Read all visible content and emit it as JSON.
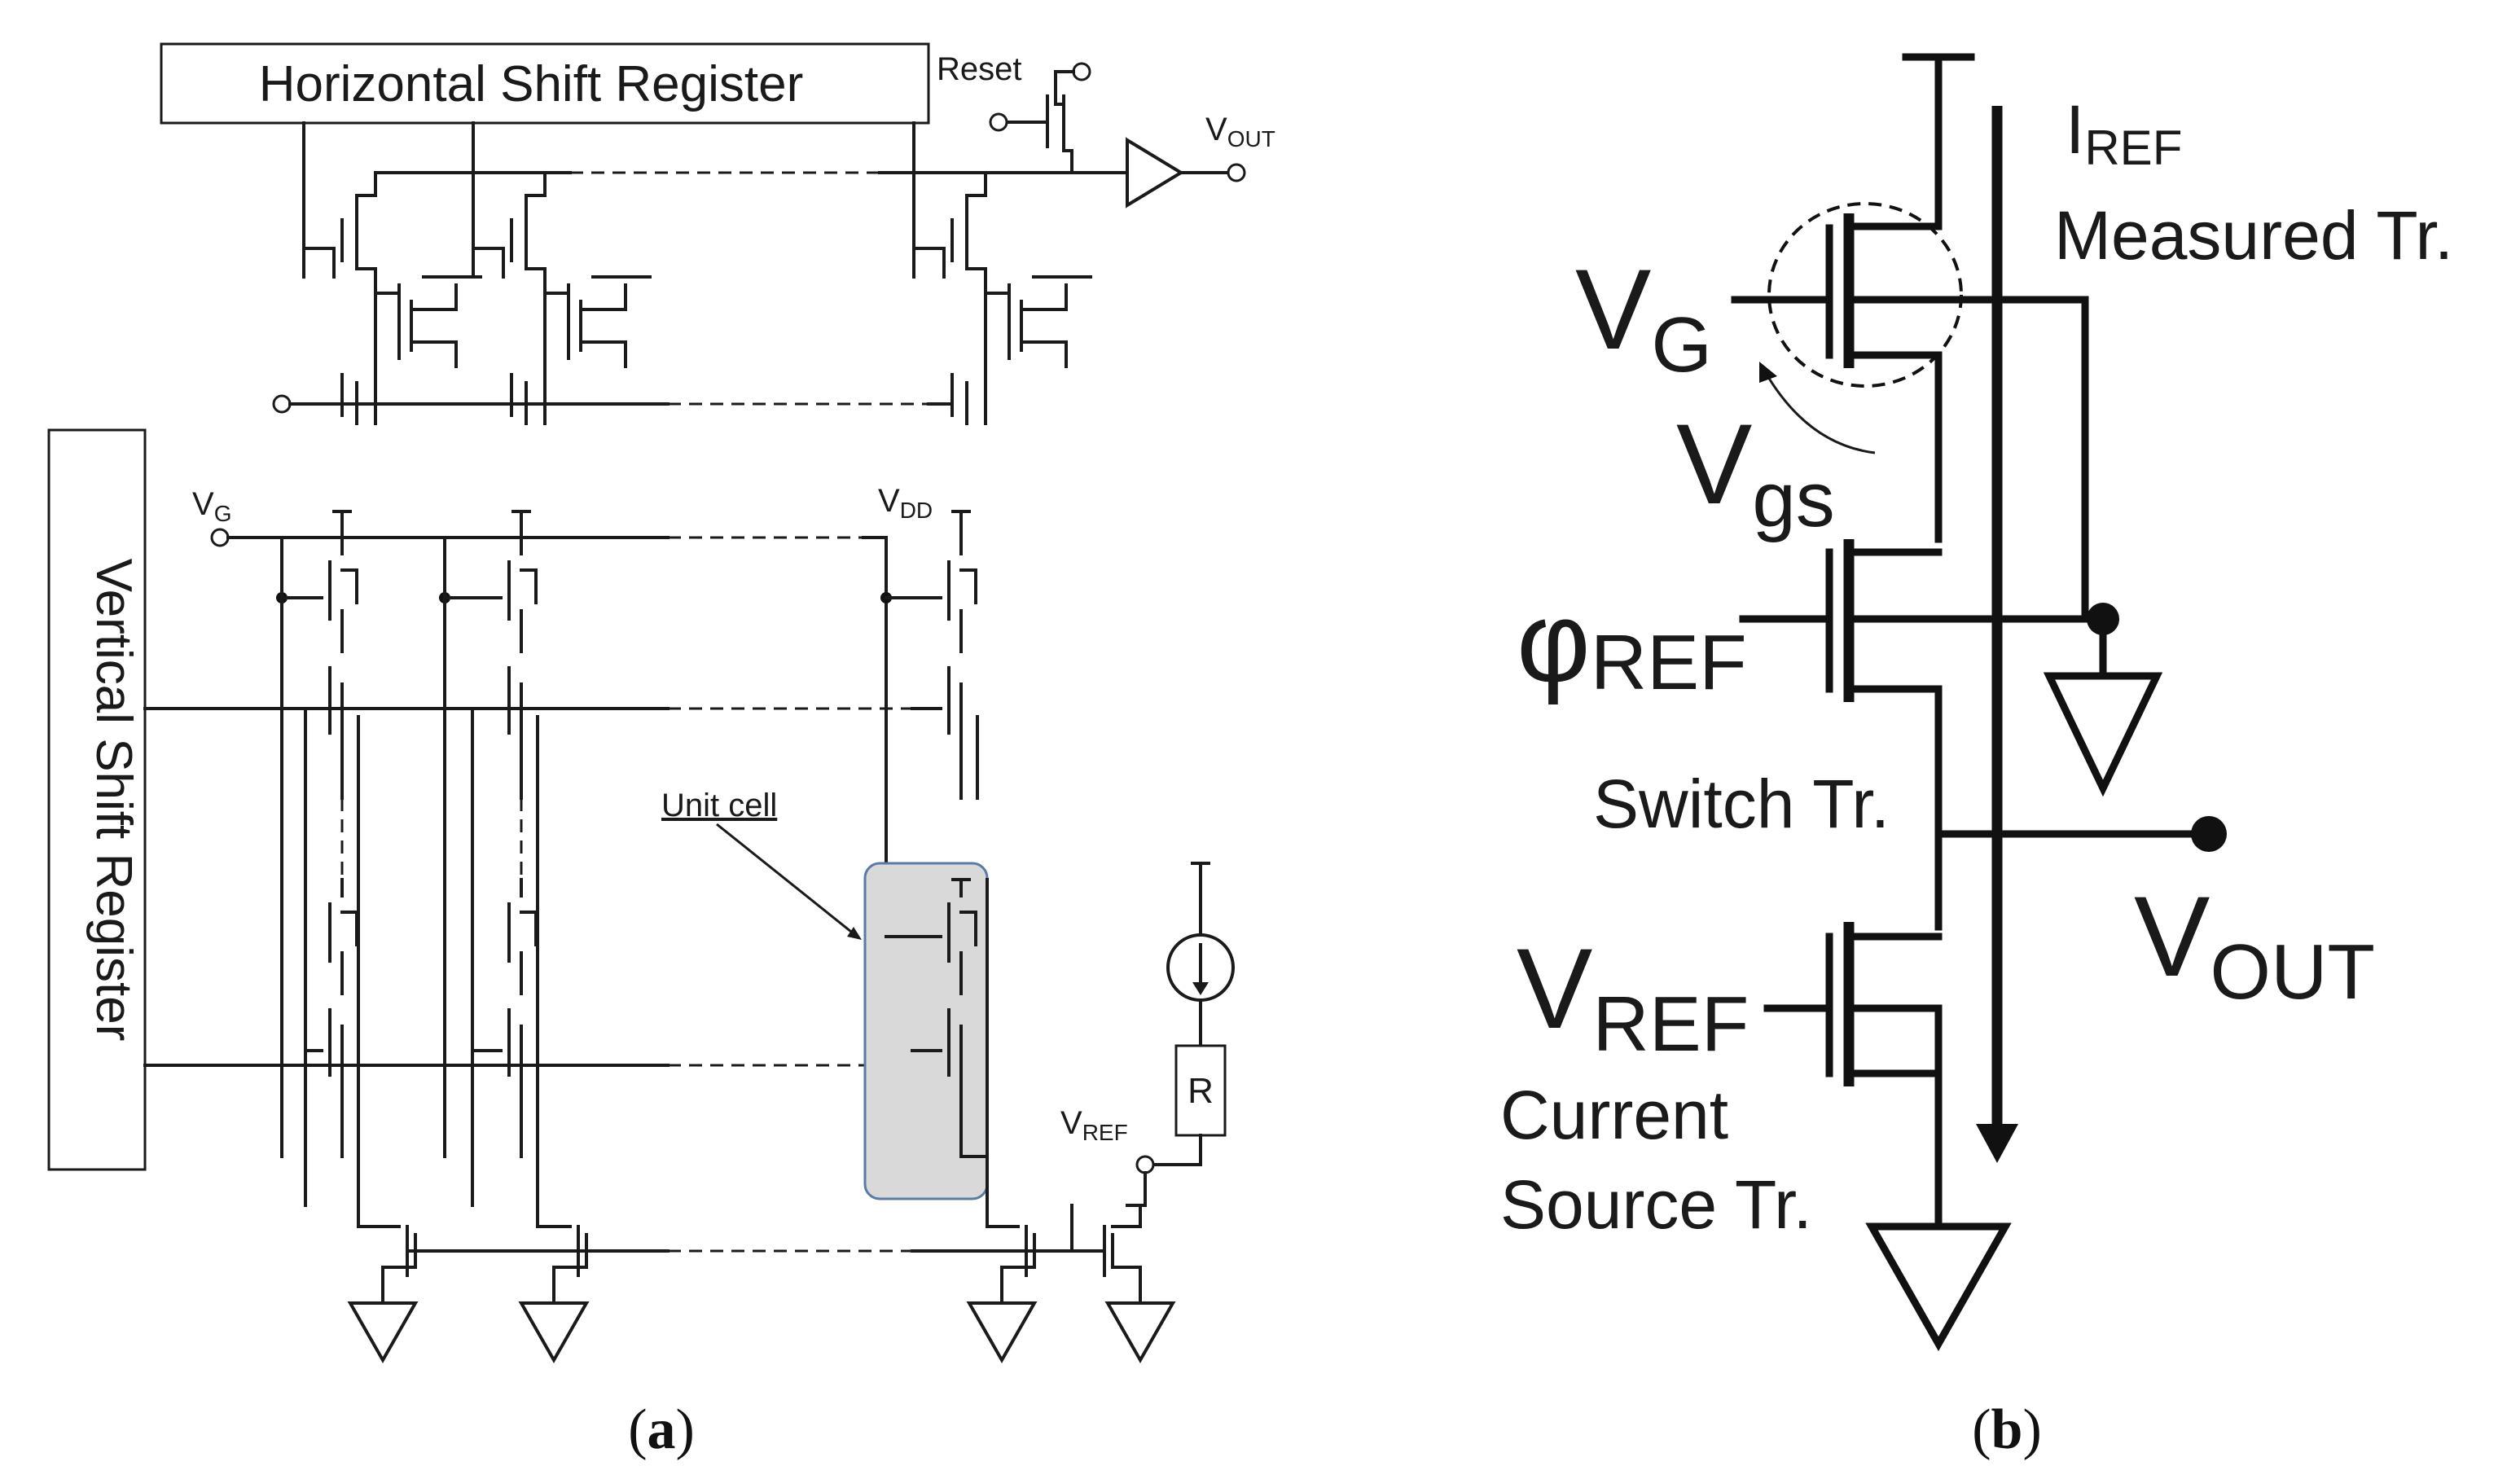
{
  "panel_a": {
    "horizontal_shift_register": "Horizontal Shift Register",
    "vertical_shift_register": "Vertical Shift Register",
    "reset": "Reset",
    "vout_base": "V",
    "vout_sub": "OUT",
    "vg_base": "V",
    "vg_sub": "G",
    "vdd_base": "V",
    "vdd_sub": "DD",
    "unit_cell": "Unit cell",
    "vref_base": "V",
    "vref_sub": "REF",
    "resistor": "R",
    "caption": "(a)",
    "caption_open": "(",
    "caption_letter": "a",
    "caption_close": ")",
    "unit_cell_fill": "#d9d9d9",
    "unit_cell_border": "#5b7aa6"
  },
  "panel_b": {
    "iref_base": "I",
    "iref_sub": "REF",
    "measured_tr": "Measured Tr.",
    "vg_base": "V",
    "vg_sub": "G",
    "vgs_base": "V",
    "vgs_sub": "gs",
    "phi_base": "φ",
    "phi_sub": "REF",
    "switch_tr": "Switch Tr.",
    "vout_base": "V",
    "vout_sub": "OUT",
    "vref_base": "V",
    "vref_sub": "REF",
    "current": "Current",
    "current_source_tr": "Source Tr.",
    "caption": "(b)",
    "caption_open": "(",
    "caption_letter": "b",
    "caption_close": ")"
  }
}
